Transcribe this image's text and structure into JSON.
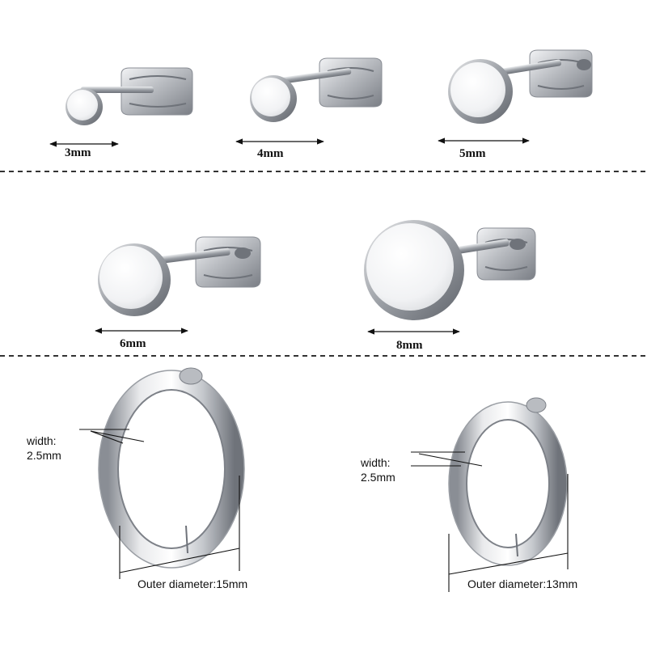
{
  "studs": [
    {
      "size_label": "3mm"
    },
    {
      "size_label": "4mm"
    },
    {
      "size_label": "5mm"
    },
    {
      "size_label": "6mm"
    },
    {
      "size_label": "8mm"
    }
  ],
  "hoops": [
    {
      "width_label": "width:",
      "width_value": "2.5mm",
      "diameter_label": "Outer diameter:15mm"
    },
    {
      "width_label": "width:",
      "width_value": "2.5mm",
      "diameter_label": "Outer diameter:13mm"
    }
  ],
  "colors": {
    "metal_light": "#f4f5f7",
    "metal_mid": "#c9ccd1",
    "metal_dark": "#7d8188",
    "divider": "#333333"
  }
}
